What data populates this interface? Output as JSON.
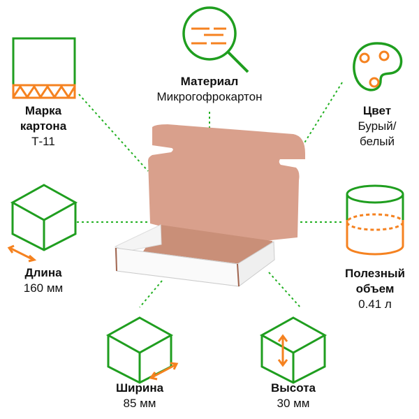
{
  "colors": {
    "green": "#1f9e1f",
    "orange": "#f58220",
    "kraft": "#d9a08c",
    "dots": "#22b022"
  },
  "features": {
    "grade": {
      "title_1": "Марка",
      "title_2": "картона",
      "value": "Т-11",
      "icon": "corrugated-board-icon"
    },
    "material": {
      "title": "Материал",
      "value": "Микрогофрокартон",
      "icon": "magnifier-icon"
    },
    "color": {
      "title": "Цвет",
      "value_1": "Бурый/",
      "value_2": "белый",
      "icon": "palette-icon"
    },
    "length": {
      "title": "Длина",
      "value": "160 мм",
      "icon": "cube-length-icon"
    },
    "volume": {
      "title_1": "Полезный",
      "title_2": "объем",
      "value": "0.41 л",
      "icon": "cylinder-icon"
    },
    "width": {
      "title": "Ширина",
      "value": "85 мм",
      "icon": "cube-width-icon"
    },
    "height": {
      "title": "Высота",
      "value": "30 мм",
      "icon": "cube-height-icon"
    }
  }
}
